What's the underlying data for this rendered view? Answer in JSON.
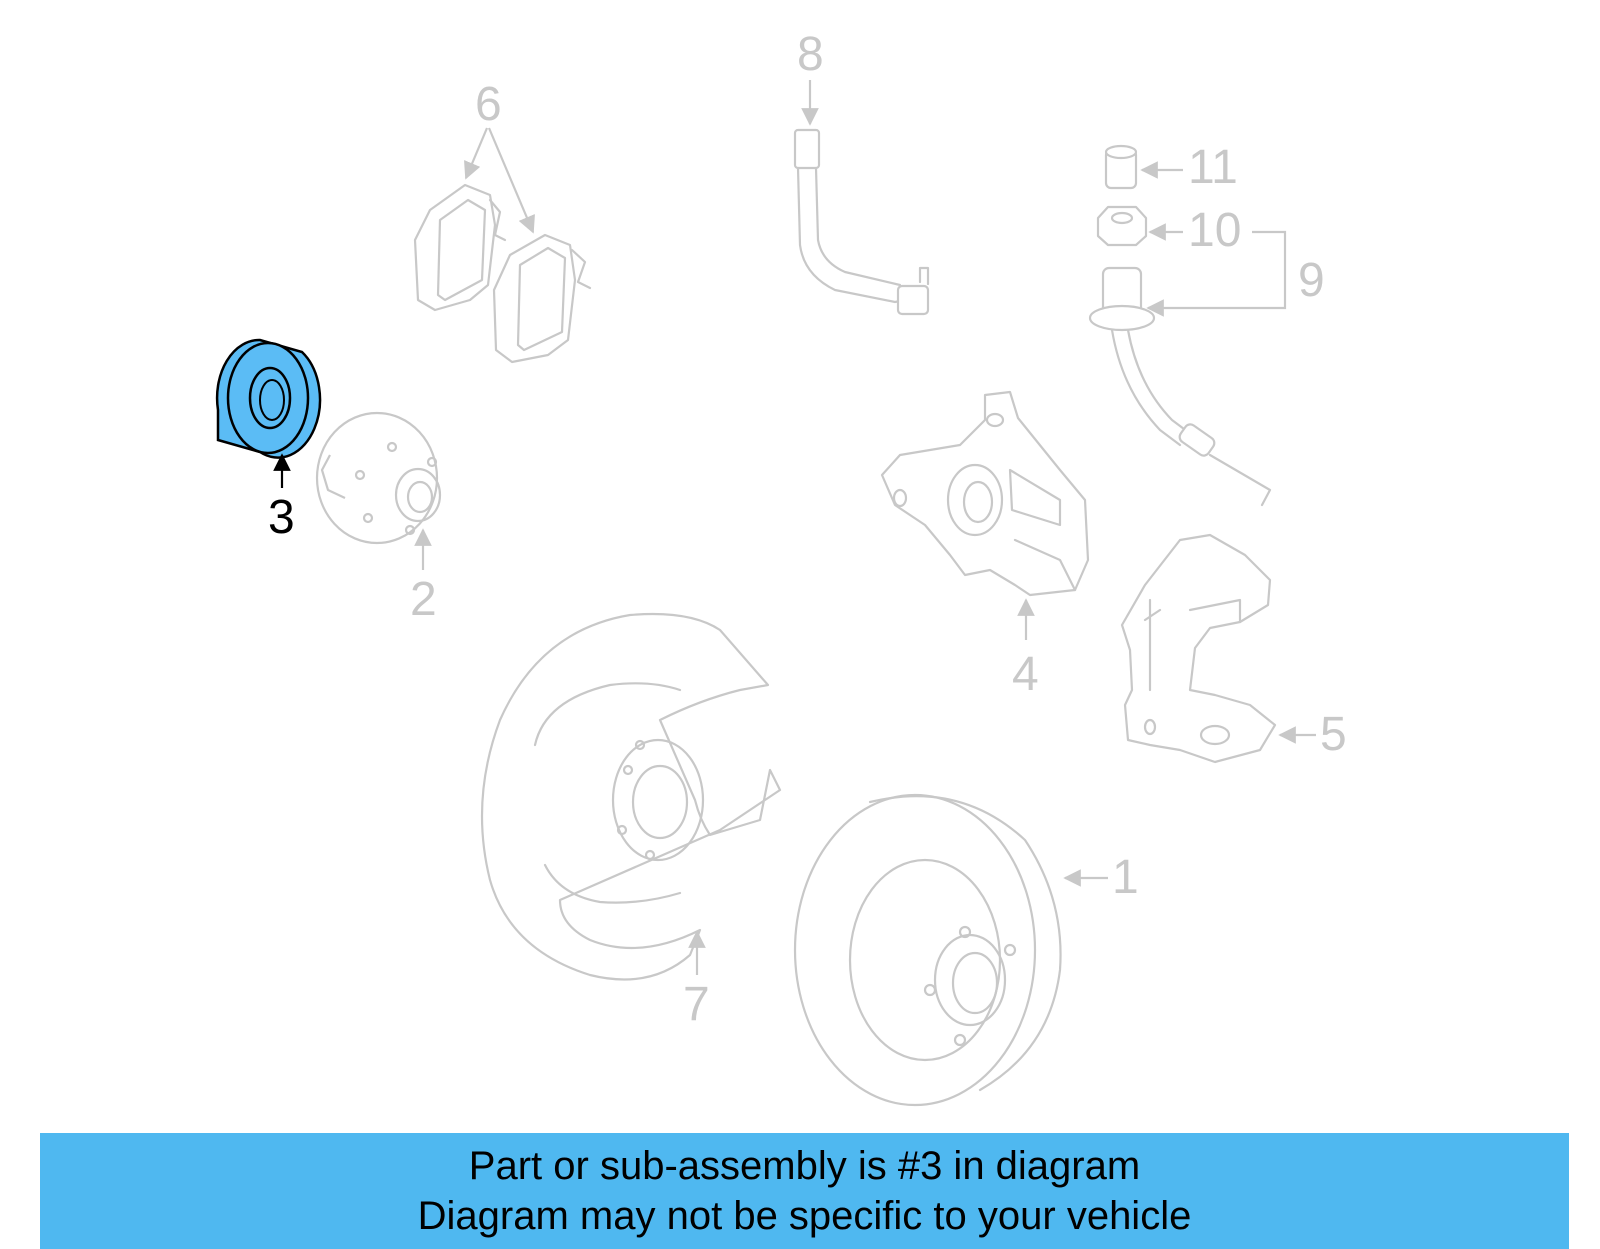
{
  "diagram": {
    "highlighted_part": "3",
    "highlight_color": "#5bbcf5",
    "ghost_color": "#c8c8c8",
    "callouts": [
      "1",
      "2",
      "3",
      "4",
      "5",
      "6",
      "7",
      "8",
      "9",
      "10",
      "11"
    ]
  },
  "banner": {
    "background": "#4fb8f0",
    "line1": "Part or sub-assembly is #3 in diagram",
    "line2": "Diagram may not be specific to your vehicle"
  }
}
